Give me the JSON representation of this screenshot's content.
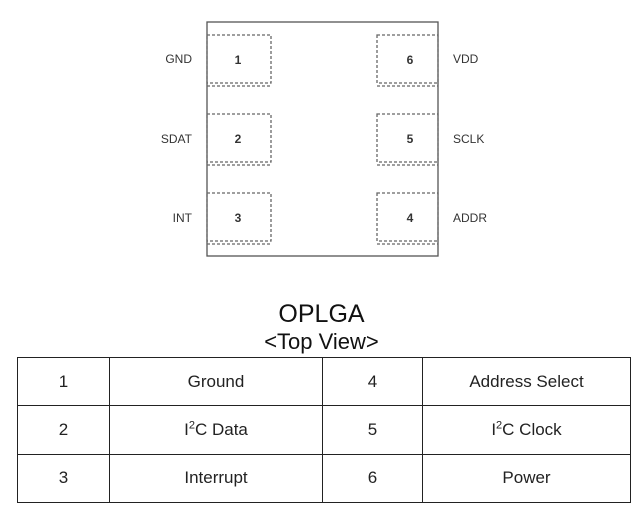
{
  "package": {
    "left_pins": [
      {
        "number": "1",
        "label": "GND"
      },
      {
        "number": "2",
        "label": "SDAT"
      },
      {
        "number": "3",
        "label": "INT"
      }
    ],
    "right_pins": [
      {
        "number": "6",
        "label": "VDD"
      },
      {
        "number": "5",
        "label": "SCLK"
      },
      {
        "number": "4",
        "label": "ADDR"
      }
    ]
  },
  "caption": {
    "title": "OPLGA",
    "view": "<Top View>"
  },
  "pin_table": {
    "rows": [
      {
        "pin_a": "1",
        "func_a": "Ground",
        "pin_b": "4",
        "func_b": "Address Select"
      },
      {
        "pin_a": "2",
        "func_a_prefix": "I",
        "func_a_sup": "2",
        "func_a_suffix": "C Data",
        "pin_b": "5",
        "func_b_prefix": "I",
        "func_b_sup": "2",
        "func_b_suffix": "C Clock"
      },
      {
        "pin_a": "3",
        "func_a": "Interrupt",
        "pin_b": "6",
        "func_b": "Power"
      }
    ]
  }
}
